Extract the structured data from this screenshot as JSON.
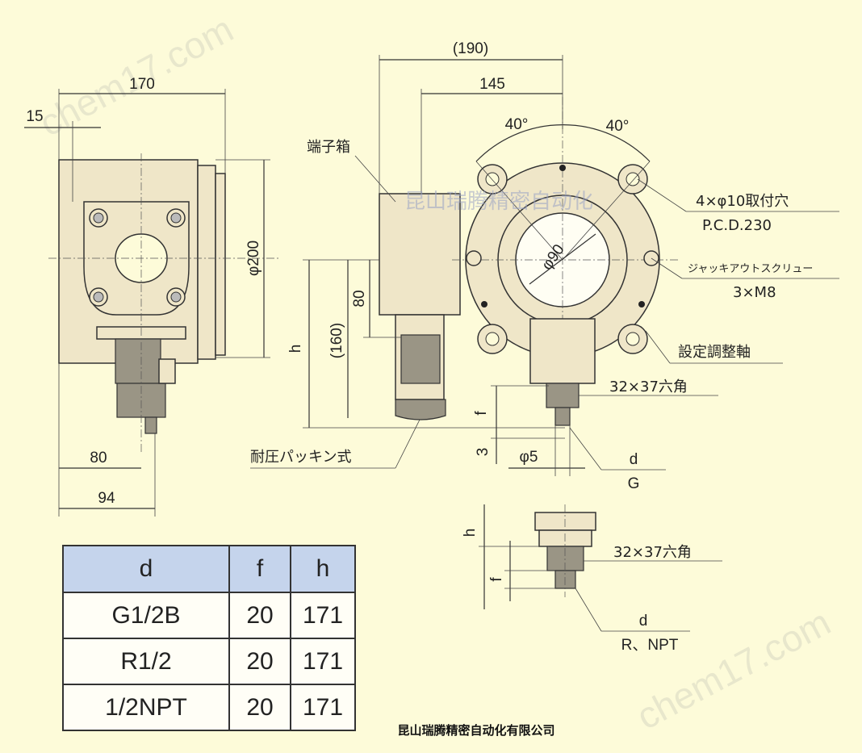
{
  "dims": {
    "d170": "170",
    "d15": "15",
    "d200": "φ200",
    "d80": "80",
    "d94": "94",
    "d190": "(190)",
    "d145": "145",
    "a40l": "40°",
    "a40r": "40°",
    "d90": "φ90",
    "dh": "h",
    "d160": "(160)",
    "d80v": "80",
    "df": "f",
    "d3": "3",
    "d5": "φ5",
    "dh2": "h",
    "df2": "f"
  },
  "labels": {
    "terminal_box": "端子箱",
    "mount_holes": "4×φ10取付穴",
    "pcd": "P.C.D.230",
    "jack_screw": "ジャッキアウトスクリュー",
    "jack_size": "3×M8",
    "adjust_shaft": "設定調整軸",
    "hex1": "32×37六角",
    "hex2": "32×37六角",
    "packing": "耐圧パッキン式",
    "d_label": "d",
    "g_label": "G",
    "d_label2": "d",
    "rnpt_label": "R、NPT"
  },
  "watermarks": {
    "center": "昆山瑞腾精密自动化",
    "corner": "chem17.com",
    "corner2": "chem17.com"
  },
  "footer": "昆山瑞腾精密自动化有限公司",
  "table": {
    "headers": [
      "d",
      "f",
      "h"
    ],
    "rows": [
      [
        "G1/2B",
        "20",
        "171"
      ],
      [
        "R1/2",
        "20",
        "171"
      ],
      [
        "1/2NPT",
        "20",
        "171"
      ]
    ]
  }
}
